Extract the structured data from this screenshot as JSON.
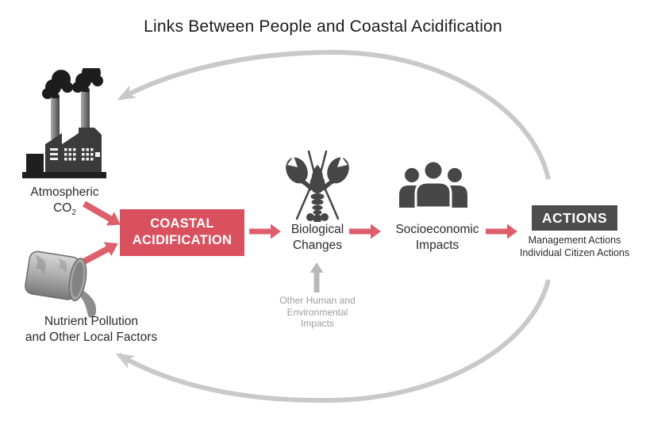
{
  "title": "Links Between People and Coastal Acidification",
  "colors": {
    "accent_red": "#d9515f",
    "arrow_red": "#dd5f6b",
    "dark_box": "#4d4d4d",
    "icon_dark": "#474747",
    "arc_gray": "#c9c9c9",
    "muted_gray": "#9c9c9c"
  },
  "nodes": {
    "atmospheric_co2": {
      "line1": "Atmospheric",
      "formula": "CO",
      "formula_sub": "2",
      "icon": "factory-icon"
    },
    "nutrient_pollution": {
      "line1": "Nutrient Pollution",
      "line2": "and Other Local Factors",
      "icon": "pollution-barrel-icon"
    },
    "coastal_acidification": {
      "line1": "COASTAL",
      "line2": "ACIDIFICATION"
    },
    "biological_changes": {
      "line1": "Biological",
      "line2": "Changes",
      "icon": "lobster-icon"
    },
    "socioeconomic_impacts": {
      "line1": "Socioeconomic",
      "line2": "Impacts",
      "icon": "people-group-icon"
    },
    "actions": {
      "label": "ACTIONS",
      "sub_line1": "Management Actions",
      "sub_line2": "Individual Citizen Actions"
    },
    "other_impacts": {
      "line1": "Other Human and",
      "line2": "Environmental",
      "line3": "Impacts"
    }
  }
}
